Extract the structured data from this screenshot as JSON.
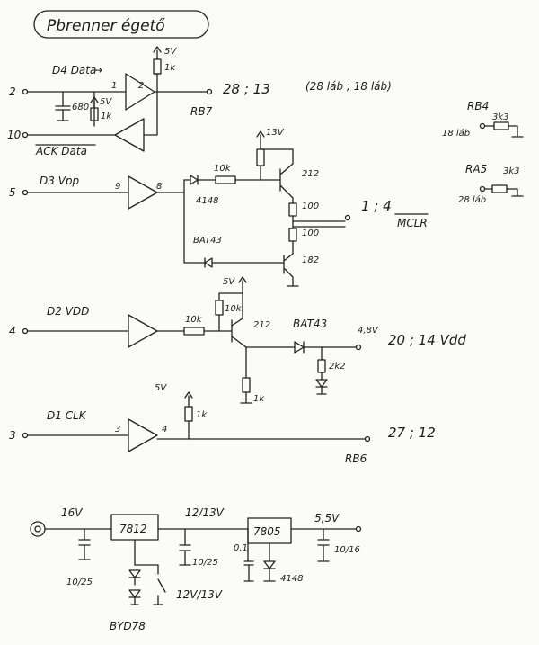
{
  "title": "Pbrenner égető",
  "sections": {
    "data": {
      "input_pin": "2",
      "signal": "D4 Data",
      "arrow": "→",
      "pullup_a": "5V",
      "res_a": "1k",
      "cap": "680",
      "pullup_b": "5V",
      "res_b": "1k",
      "buffer_in": "1",
      "buffer_out": "2",
      "ack_pin": "10",
      "ack_label": "ACK Data",
      "pins": "28 ; 13",
      "pins_note": "(28 láb ; 18 láb)",
      "port": "RB7"
    },
    "vpp": {
      "input_pin": "5",
      "signal": "D3 Vpp",
      "buffer_in": "9",
      "buffer_out": "8",
      "supply": "13V",
      "diode": "4148",
      "res_base": "10k",
      "transistor_top": "212",
      "res_100a": "100",
      "res_100b": "100",
      "diode_bat": "BAT43",
      "transistor_bot": "182",
      "pins": "1 ; 4",
      "mclr": "MCLR"
    },
    "vdd": {
      "input_pin": "4",
      "signal": "D2 VDD",
      "supply": "5V",
      "res_base": "10k",
      "res_pull": "10k",
      "transistor": "212",
      "res_emit": "1k",
      "diode": "BAT43",
      "voltage": "4,8V",
      "res_led": "2k2",
      "pins": "20 ; 14  Vdd"
    },
    "clk": {
      "input_pin": "3",
      "signal": "D1 CLK",
      "supply": "5V",
      "res": "1k",
      "buffer_in": "3",
      "buffer_out": "4",
      "pins": "27 ; 12",
      "port": "RB6"
    },
    "side": {
      "rb4": "RB4",
      "rb4_res": "3k3",
      "rb4_pin": "18 láb",
      "ra5": "RA5",
      "ra5_res": "3k3",
      "ra5_pin": "28 láb"
    },
    "power": {
      "input_v": "16V",
      "reg1": "7812",
      "mid_v": "12/13V",
      "reg2": "7805",
      "out_v": "5,5V",
      "cap1": "10/25",
      "cap2": "10/25",
      "cap3": "0,1",
      "cap4": "10/16",
      "diode": "4148",
      "switch_label": "12V/13V",
      "zener": "BYD78"
    }
  }
}
